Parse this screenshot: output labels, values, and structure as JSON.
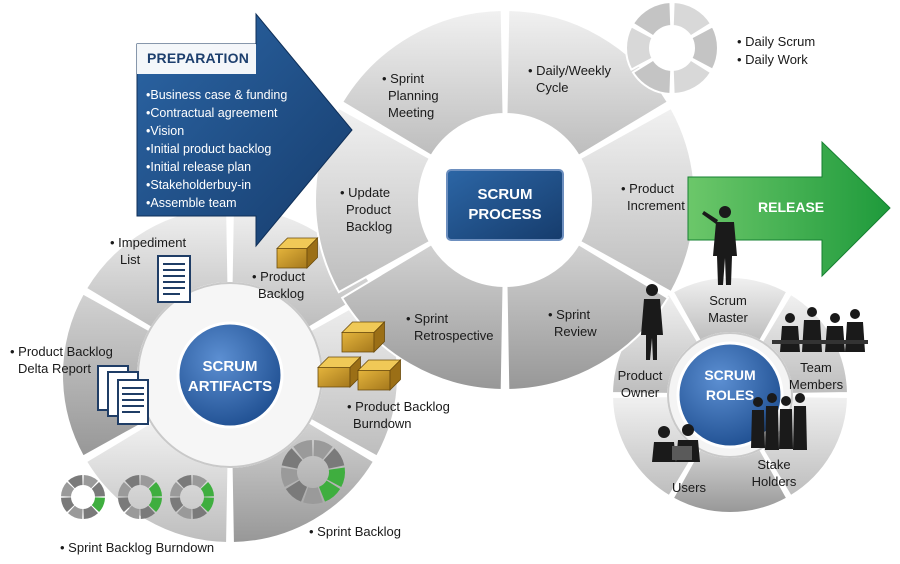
{
  "preparation": {
    "title": "PREPARATION",
    "items": [
      "•Business case & funding",
      "•Contractual agreement",
      "•Vision",
      "•Initial product backlog",
      "•Initial release plan",
      "•Stakeholderbuy-in",
      "•Assemble team"
    ]
  },
  "process": {
    "hub_line1": "SCRUM",
    "hub_line2": "PROCESS",
    "segments": {
      "planning_1": "• Sprint",
      "planning_2": "Planning",
      "planning_3": "Meeting",
      "cycle_1": "• Daily/Weekly",
      "cycle_2": "Cycle",
      "increment_1": "• Product",
      "increment_2": "Increment",
      "review_1": "• Sprint",
      "review_2": "Review",
      "retro_1": "• Sprint",
      "retro_2": "Retrospective",
      "update_1": "• Update",
      "update_2": "Product",
      "update_3": "Backlog"
    }
  },
  "daily": {
    "scrum": "• Daily Scrum",
    "work": "• Daily Work"
  },
  "release": {
    "label": "RELEASE"
  },
  "artifacts": {
    "hub_line1": "SCRUM",
    "hub_line2": "ARTIFACTS",
    "impediment_1": "• Impediment",
    "impediment_2": "List",
    "product_backlog_1": "• Product",
    "product_backlog_2": "Backlog",
    "delta_1": "• Product Backlog",
    "delta_2": "Delta Report",
    "burndown_1": "• Product Backlog",
    "burndown_2": "Burndown",
    "sprint_backlog": "• Sprint Backlog",
    "sprint_burndown": "• Sprint Backlog Burndown"
  },
  "roles": {
    "hub_line1": "SCRUM",
    "hub_line2": "ROLES",
    "scrum_master_1": "Scrum",
    "scrum_master_2": "Master",
    "team_1": "Team",
    "team_2": "Members",
    "stake_1": "Stake",
    "stake_2": "Holders",
    "users": "Users",
    "owner_1": "Product",
    "owner_2": "Owner"
  },
  "colors": {
    "navy": "#1f4f86",
    "hub_blue": "#2f62a8",
    "green": "#2ea146",
    "ring_light": "#e7e7e7",
    "ring_mid": "#b5b5b5",
    "ring_dark": "#8e8e8e"
  }
}
